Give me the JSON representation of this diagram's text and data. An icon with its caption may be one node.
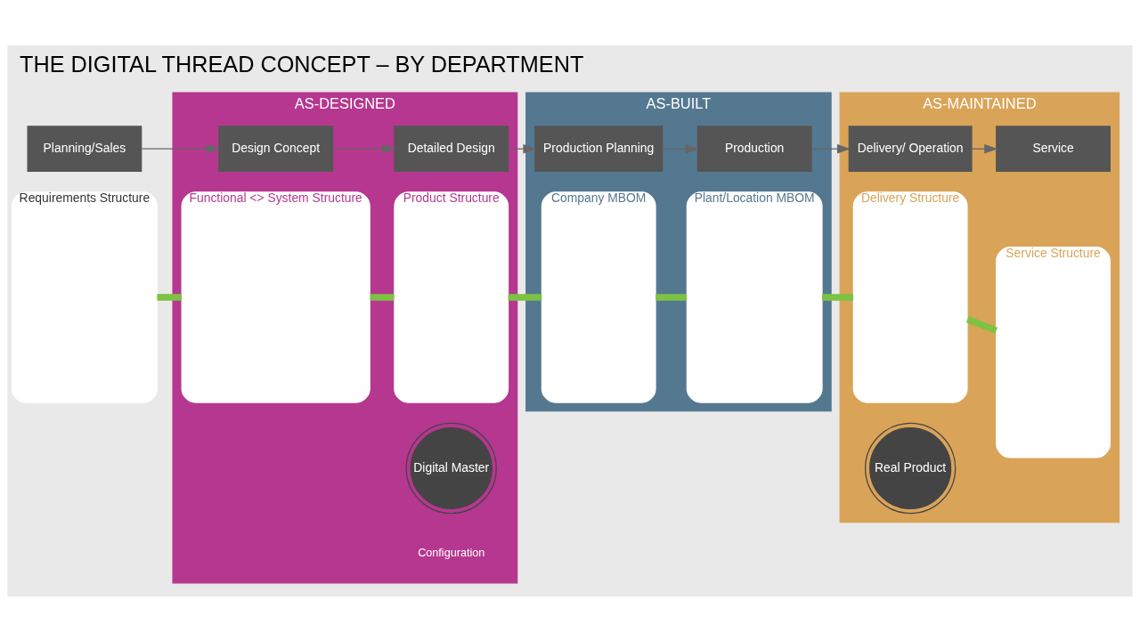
{
  "diagram": {
    "title": "THE DIGITAL THREAD CONCEPT – BY DEPARTMENT",
    "nodes": [
      {
        "text": [
          "AS-DESIGNED"
        ]
      },
      {
        "text": [
          "AS-BUILT"
        ]
      },
      {
        "text": [
          "AS-MAINTAINED"
        ]
      },
      {
        "text": [
          "Planning/Sales"
        ]
      },
      {
        "text": [
          "Design Concept"
        ],
        "in": 0
      },
      {
        "text": [
          "Detailed Design"
        ],
        "in": 0
      },
      {
        "text": [
          "Production Planning"
        ],
        "in": 1
      },
      {
        "text": [
          "Production"
        ],
        "in": 1
      },
      {
        "text": [
          "Delivery/ Operation"
        ],
        "in": 2
      },
      {
        "text": [
          "Service"
        ],
        "in": 2
      },
      {
        "text": [
          "Requirements Structure"
        ]
      },
      {
        "text": [
          "Functional <> System Structure"
        ],
        "in": 0
      },
      {
        "text": [
          "Product Structure"
        ],
        "in": 0
      },
      {
        "text": [
          "Company MBOM"
        ],
        "in": 1
      },
      {
        "text": [
          "Plant/Location MBOM"
        ],
        "in": 1
      },
      {
        "text": [
          "Delivery Structure"
        ],
        "in": 2
      },
      {
        "text": [
          "Service Structure"
        ],
        "in": 2
      },
      {
        "text": [
          "Digital Master"
        ],
        "in": 0
      },
      {
        "text": [
          "Real Product"
        ],
        "in": 2
      }
    ],
    "edges": [
      {
        "from": 3,
        "to": 4,
        "arrow": "to"
      },
      {
        "from": 4,
        "to": 5,
        "arrow": "to"
      },
      {
        "from": 5,
        "to": 6,
        "arrow": "to"
      },
      {
        "from": 6,
        "to": 7,
        "arrow": "to"
      },
      {
        "from": 7,
        "to": 8,
        "arrow": "to"
      },
      {
        "from": 8,
        "to": 9,
        "arrow": "to"
      },
      {
        "from": 10,
        "to": 11,
        "arrow": "none",
        "style": "thick",
        "color": "#7dc242"
      },
      {
        "from": 11,
        "to": 12,
        "arrow": "none",
        "style": "thick",
        "color": "#7dc242"
      },
      {
        "from": 12,
        "to": 13,
        "arrow": "none",
        "style": "thick",
        "color": "#7dc242"
      },
      {
        "from": 13,
        "to": 14,
        "arrow": "none",
        "style": "thick",
        "color": "#7dc242"
      },
      {
        "from": 14,
        "to": 15,
        "arrow": "none",
        "style": "thick",
        "color": "#7dc242"
      },
      {
        "from": 15,
        "to": 16,
        "arrow": "none",
        "style": "thick",
        "color": "#7dc242"
      }
    ],
    "labels": [
      "Configuration"
    ]
  }
}
